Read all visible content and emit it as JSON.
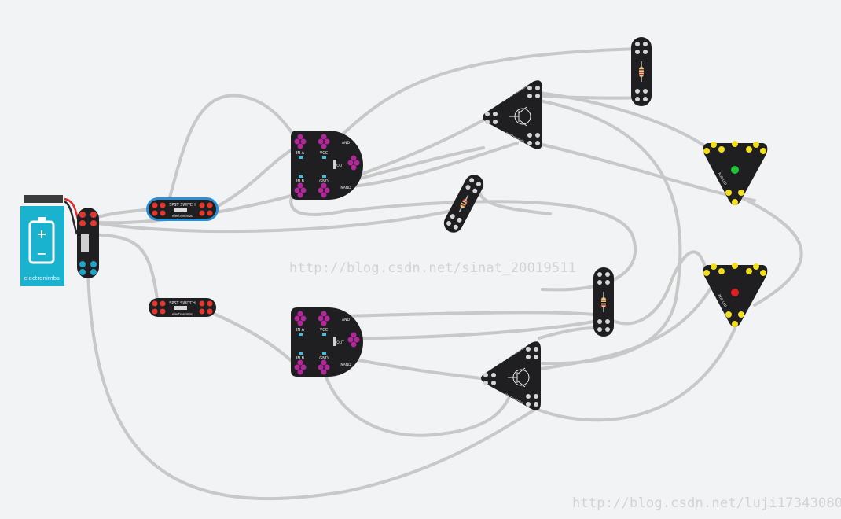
{
  "watermark_center": "http://blog.csdn.net/sinat_20019511",
  "watermark_corner": "http://blog.csdn.net/luji17343080",
  "battery": {
    "brand": "electronimbs",
    "plus": "+",
    "minus": "−"
  },
  "switches": [
    {
      "label": "SPST SWITCH",
      "brand": "electronimbs"
    },
    {
      "label": "SPST SWITCH",
      "brand": "electronimbs"
    }
  ],
  "and_gates": [
    {
      "labels": [
        "IN A",
        "VCC",
        "IN B",
        "GND",
        "AND",
        "OUT",
        "NAND"
      ]
    },
    {
      "labels": [
        "IN A",
        "VCC",
        "IN B",
        "GND",
        "AND",
        "OUT",
        "NAND"
      ]
    }
  ],
  "transistors": [
    {
      "label": "NPN TRANSISTOR",
      "brand": "electronimbs"
    },
    {
      "label": "NPN TRANSISTOR",
      "brand": "electronimbs"
    }
  ],
  "leds": [
    {
      "color": "#22c43a",
      "label": "RGB LED"
    },
    {
      "color": "#e02020",
      "label": "RGB LED"
    }
  ],
  "colors": {
    "wire": "#c8c8c8",
    "board": "#1f1f22",
    "battery": "#1ab3cf",
    "pad_pink": "#b4279a",
    "pad_red": "#e6372e",
    "pad_cyan": "#1aa6c9",
    "pad_yellow": "#f2df1a"
  }
}
